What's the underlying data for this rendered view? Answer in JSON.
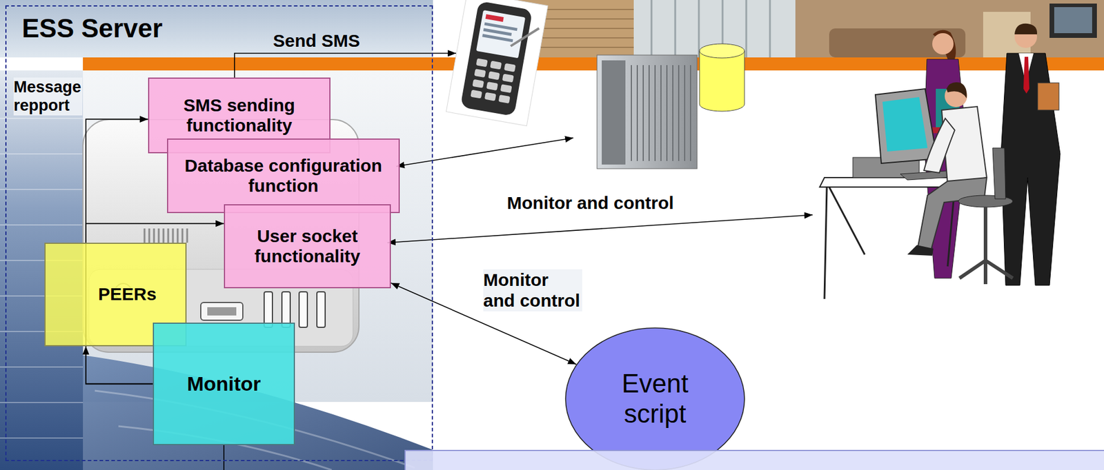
{
  "diagram": {
    "nodes": [
      {
        "text": [
          "ESS Server"
        ]
      },
      {
        "text": [
          "SMS sending functionality"
        ],
        "in": 0
      },
      {
        "text": [
          "Database configuration function"
        ],
        "in": 0
      },
      {
        "text": [
          "User socket functionality"
        ],
        "in": 0
      },
      {
        "text": [
          "PEERs"
        ],
        "in": 0
      },
      {
        "text": [
          "Monitor"
        ],
        "in": 0
      },
      {
        "text": [
          "Event script"
        ]
      }
    ],
    "edges": [
      {
        "from": 5,
        "to": 4,
        "arrow": "to"
      },
      {
        "from": 5,
        "to": 1,
        "label": "Message repport",
        "arrow": "to"
      },
      {
        "from": 5,
        "to": 3,
        "arrow": "to"
      },
      {
        "from": 3,
        "to": 6,
        "label": "Monitor and control",
        "arrow": "both"
      }
    ],
    "labels": [
      "Send SMS",
      "Monitor and control"
    ]
  }
}
